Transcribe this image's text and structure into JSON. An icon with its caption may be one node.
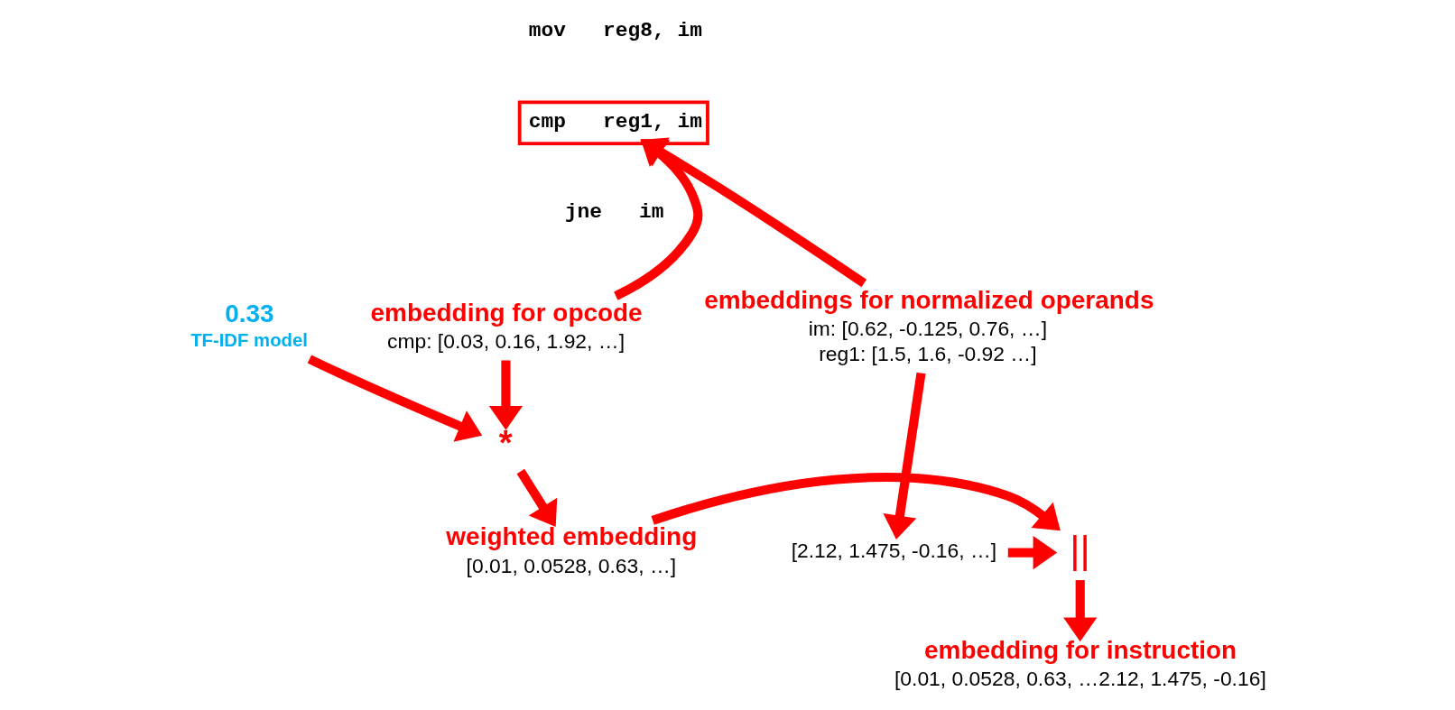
{
  "diagram": {
    "nodes": [
      {
        "text": [
          "cmp   reg1, im"
        ]
      },
      {
        "text": [
          "embedding for opcode",
          "cmp: [0.03, 0.16, 1.92, …]"
        ]
      },
      {
        "text": [
          "*"
        ]
      },
      {
        "text": [
          "0.33",
          "TF-IDF model"
        ]
      },
      {
        "text": [
          "embeddings for normalized operands",
          "im: [0.62, -0.125, 0.76, …]",
          "reg1: [1.5, 1.6, -0.92 …]"
        ]
      },
      {
        "text": [
          "weighted embedding",
          "[0.01, 0.0528, 0.63, …]"
        ]
      },
      {
        "text": [
          "||"
        ]
      },
      {
        "text": [
          "[2.12, 1.475, -0.16, …]"
        ]
      },
      {
        "text": [
          "embedding for instruction",
          "[0.01, 0.0528, 0.63, …2.12, 1.475, -0.16]"
        ]
      }
    ],
    "edges": [
      {
        "from": 1,
        "to": 0,
        "arrow": "to"
      },
      {
        "from": 4,
        "to": 0,
        "arrow": "to"
      },
      {
        "from": 1,
        "to": 2,
        "arrow": "to"
      },
      {
        "from": 3,
        "to": 2,
        "arrow": "to"
      },
      {
        "from": 2,
        "to": 5,
        "arrow": "to"
      },
      {
        "from": 4,
        "to": 7,
        "arrow": "to"
      },
      {
        "from": 5,
        "to": 6,
        "arrow": "to"
      },
      {
        "from": 7,
        "to": 6,
        "arrow": "to"
      },
      {
        "from": 6,
        "to": 8,
        "arrow": "to"
      }
    ],
    "labels": [
      "mov   reg8, im",
      "jne   im"
    ]
  }
}
